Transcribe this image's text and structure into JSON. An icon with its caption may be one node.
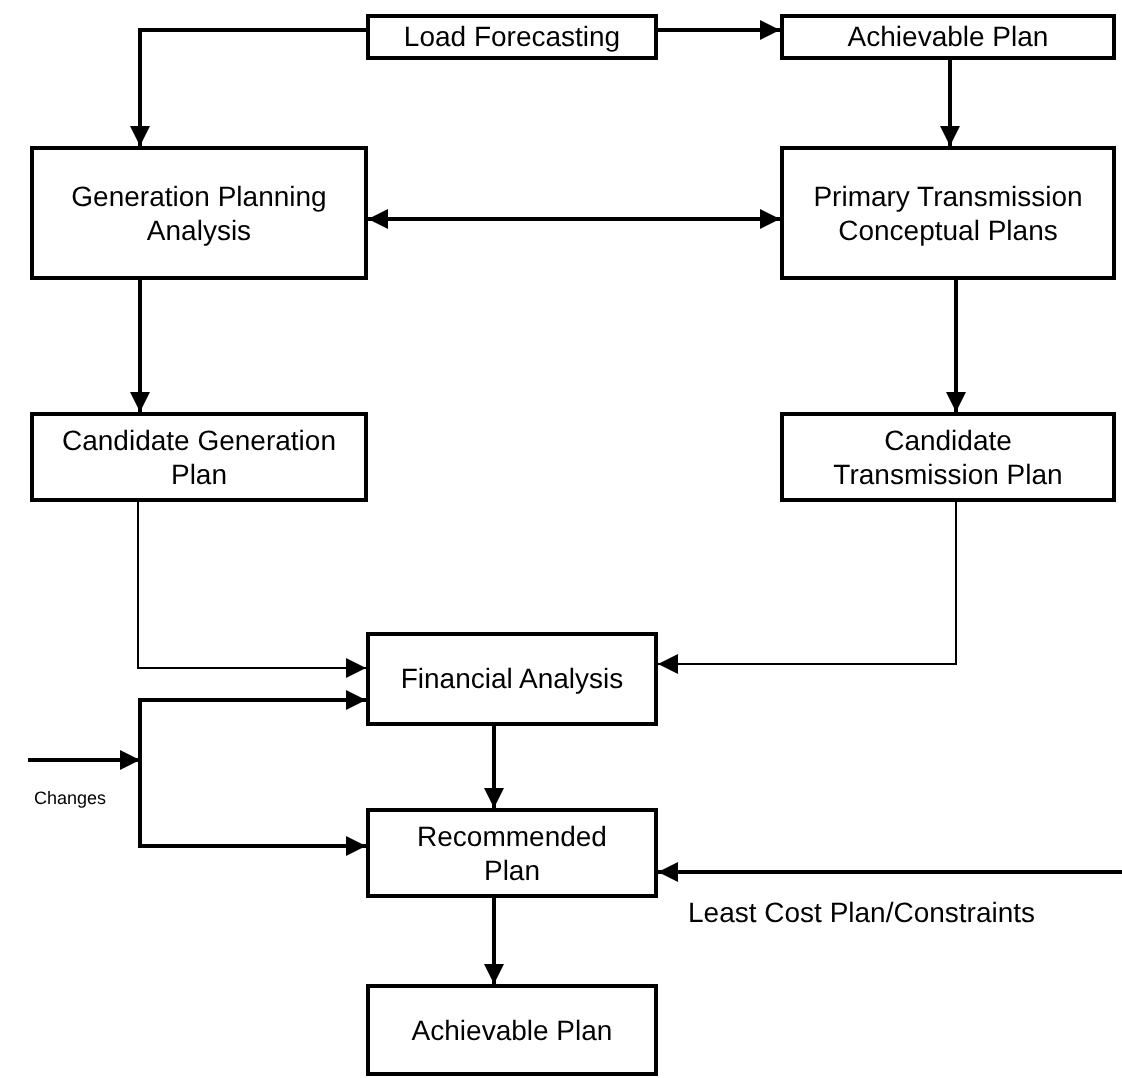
{
  "diagram": {
    "nodes": [
      {
        "text": [
          "Load Forecasting"
        ]
      },
      {
        "text": [
          "Achievable Plan"
        ]
      },
      {
        "text": [
          "Generation Planning Analysis"
        ]
      },
      {
        "text": [
          "Primary Transmission Conceptual Plans"
        ]
      },
      {
        "text": [
          "Candidate Generation Plan"
        ]
      },
      {
        "text": [
          "Candidate Transmission Plan"
        ]
      },
      {
        "text": [
          "Financial Analysis"
        ]
      },
      {
        "text": [
          "Recommended Plan"
        ]
      },
      {
        "text": [
          "Achievable Plan"
        ]
      }
    ],
    "edges": [
      {
        "from": 0,
        "to": 2,
        "arrow": "to"
      },
      {
        "from": 0,
        "to": 1,
        "arrow": "to"
      },
      {
        "from": 1,
        "to": 3,
        "arrow": "to"
      },
      {
        "from": 2,
        "to": 3,
        "arrow": "both"
      },
      {
        "from": 2,
        "to": 4,
        "arrow": "to"
      },
      {
        "from": 3,
        "to": 5,
        "arrow": "to"
      },
      {
        "from": 4,
        "to": 6,
        "arrow": "to"
      },
      {
        "from": 5,
        "to": 6,
        "arrow": "to"
      },
      {
        "from": null,
        "to": 6,
        "arrow": "to",
        "label": "Changes"
      },
      {
        "from": null,
        "to": 7,
        "arrow": "to"
      },
      {
        "from": null,
        "to": 7,
        "arrow": "to",
        "label": "Least Cost Plan/Constraints"
      },
      {
        "from": 6,
        "to": 7,
        "arrow": "to"
      },
      {
        "from": 7,
        "to": 8,
        "arrow": "to"
      }
    ]
  }
}
